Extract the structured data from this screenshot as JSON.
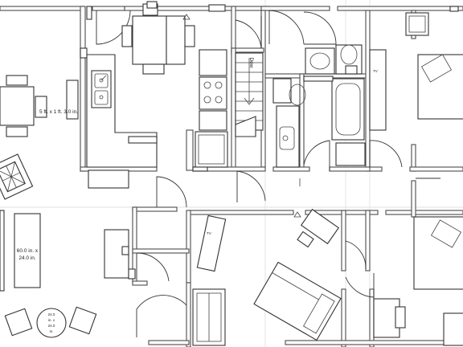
{
  "plan": {
    "labels": {
      "counter_dim": "5 ft. x 1 ft. 3.0 in.",
      "rug_dim_1": "60.0 in. x",
      "rug_dim_2": "24.0 in.",
      "table_dim_1": "24.0",
      "table_dim_2": "in. x",
      "table_dim_3": "24.0",
      "table_dim_4": "in.",
      "stairs": "Dow",
      "tv": "TV"
    },
    "colors": {
      "wall": "#555555",
      "line": "#333333",
      "background": "#ffffff"
    }
  }
}
